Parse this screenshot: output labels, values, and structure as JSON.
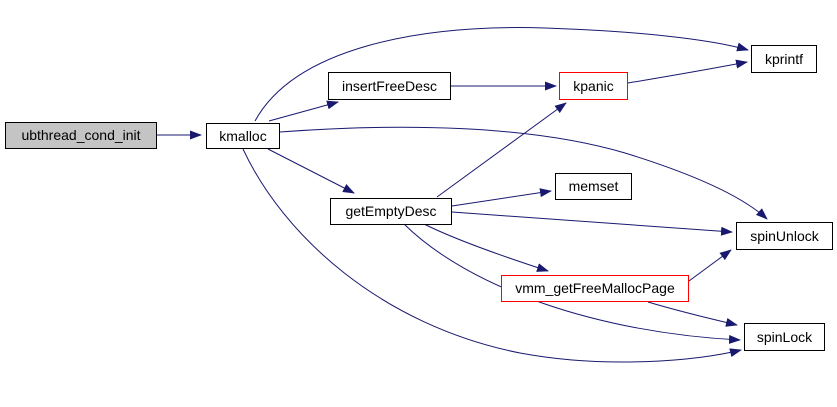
{
  "diagram": {
    "type": "call-graph",
    "background_color": "#ffffff",
    "edge_color": "#191970",
    "node_border_color": "#000000",
    "highlight_border_color": "#ff0000",
    "root_fill_color": "#c4c4c4",
    "node_fill_color": "#ffffff",
    "nodes": [
      {
        "id": "ubthread_cond_init",
        "label": "ubthread_cond_init",
        "role": "root"
      },
      {
        "id": "kmalloc",
        "label": "kmalloc"
      },
      {
        "id": "insertFreeDesc",
        "label": "insertFreeDesc"
      },
      {
        "id": "kpanic",
        "label": "kpanic",
        "highlighted": true
      },
      {
        "id": "kprintf",
        "label": "kprintf"
      },
      {
        "id": "getEmptyDesc",
        "label": "getEmptyDesc"
      },
      {
        "id": "memset",
        "label": "memset"
      },
      {
        "id": "spinUnlock",
        "label": "spinUnlock"
      },
      {
        "id": "vmm_getFreeMallocPage",
        "label": "vmm_getFreeMallocPage",
        "highlighted": true
      },
      {
        "id": "spinLock",
        "label": "spinLock"
      }
    ],
    "edges": [
      {
        "from": "ubthread_cond_init",
        "to": "kmalloc"
      },
      {
        "from": "kmalloc",
        "to": "insertFreeDesc"
      },
      {
        "from": "kmalloc",
        "to": "kprintf"
      },
      {
        "from": "kmalloc",
        "to": "getEmptyDesc"
      },
      {
        "from": "kmalloc",
        "to": "spinUnlock"
      },
      {
        "from": "kmalloc",
        "to": "spinLock"
      },
      {
        "from": "insertFreeDesc",
        "to": "kpanic"
      },
      {
        "from": "kpanic",
        "to": "kprintf"
      },
      {
        "from": "getEmptyDesc",
        "to": "memset"
      },
      {
        "from": "getEmptyDesc",
        "to": "kpanic"
      },
      {
        "from": "getEmptyDesc",
        "to": "spinUnlock"
      },
      {
        "from": "getEmptyDesc",
        "to": "vmm_getFreeMallocPage"
      },
      {
        "from": "getEmptyDesc",
        "to": "spinLock"
      },
      {
        "from": "vmm_getFreeMallocPage",
        "to": "spinUnlock"
      },
      {
        "from": "vmm_getFreeMallocPage",
        "to": "spinLock"
      }
    ]
  }
}
